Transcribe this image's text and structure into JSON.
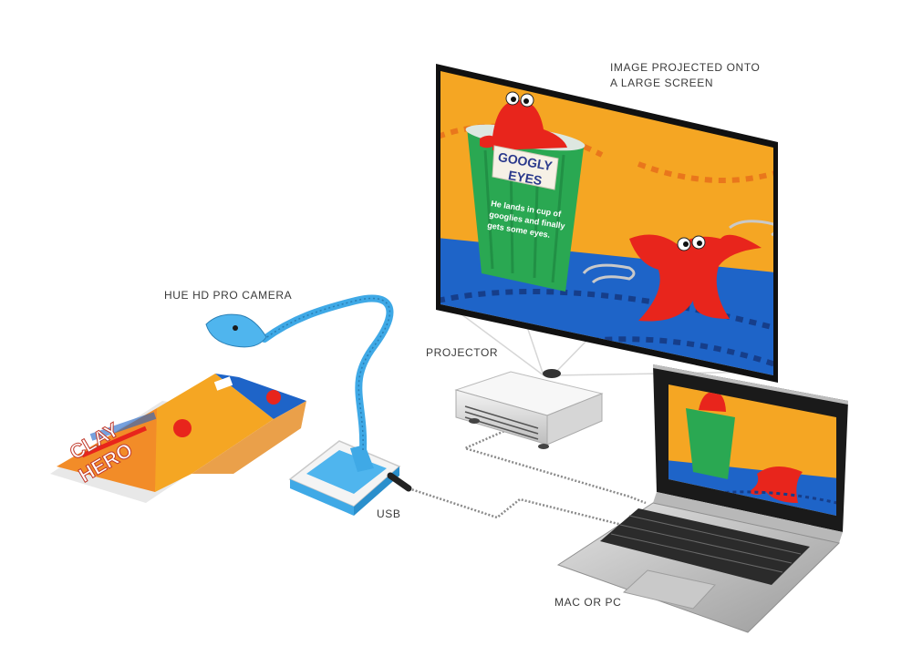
{
  "labels": {
    "screen_line1": "IMAGE PROJECTED ONTO",
    "screen_line2": "A LARGE SCREEN",
    "camera": "HUE HD PRO CAMERA",
    "projector": "PROJECTOR",
    "usb": "USB",
    "computer": "MAC OR PC"
  },
  "projected_image": {
    "sign_line1": "GOOGLY",
    "sign_line2": "EYES",
    "caption_line1": "He lands in cup of",
    "caption_line2": "googlies and finally",
    "caption_line3": "gets some eyes."
  },
  "book": {
    "title_line1": "CLAY",
    "title_line2": "HERO"
  },
  "colors": {
    "screen_bg": "#f5a623",
    "table_blue": "#1e64c8",
    "clay_red": "#e8251c",
    "cup_green": "#2aa852",
    "camera_blue": "#3fa9e6",
    "cable_gray": "#888888"
  }
}
